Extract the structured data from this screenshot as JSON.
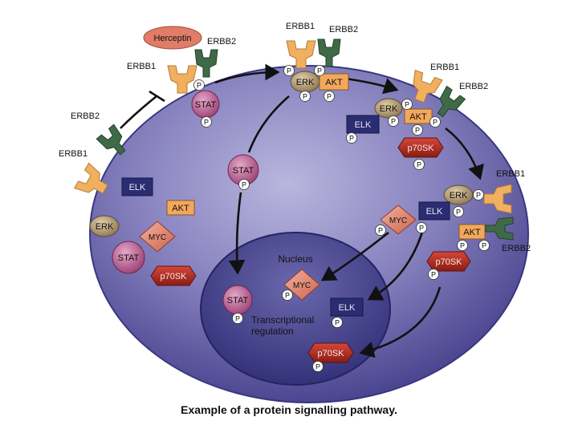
{
  "diagram": {
    "caption": "Example of a protein signalling pathway.",
    "nucleus_label": "Nucleus",
    "transcription_label": [
      "Transcriptional",
      "regulation"
    ],
    "herceptin": "Herceptin",
    "p": "P",
    "receptors": {
      "erbb1": "ERBB1",
      "erbb2": "ERBB2"
    },
    "proteins": {
      "stat": "STAT",
      "erk": "ERK",
      "akt": "AKT",
      "elk": "ELK",
      "myc": "MYC",
      "p70sk": "p70SK"
    },
    "colors": {
      "cell": "#6f6aa8",
      "nucleus": "#3f3e86",
      "stat": "#b3568a",
      "erk": "#b39a6c",
      "akt": "#f2a85c",
      "elk": "#2a2d72",
      "myc": "#e08a73",
      "p70sk": "#a8281e",
      "erbb1": "#f0b060",
      "erbb2": "#3f6a48",
      "herceptin": "#e07c68",
      "phospho": "#ffffff"
    }
  }
}
